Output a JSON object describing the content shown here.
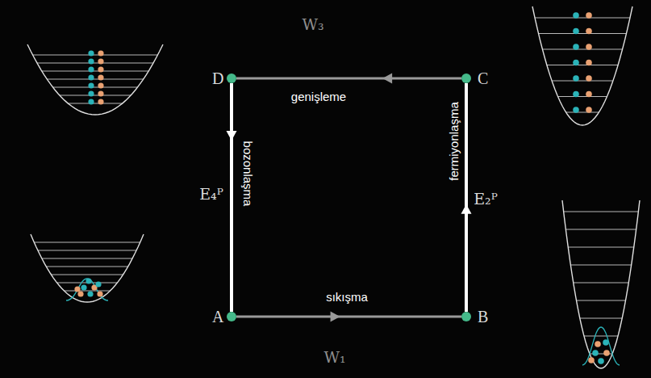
{
  "diagram": {
    "nodes": [
      {
        "text": [
          "D"
        ]
      },
      {
        "text": [
          "C"
        ]
      },
      {
        "text": [
          "A"
        ]
      },
      {
        "text": [
          "B"
        ]
      }
    ],
    "edges": [
      {
        "from": 2,
        "to": 3,
        "arrow": "to",
        "label": "sıkışma"
      },
      {
        "from": 3,
        "to": 1,
        "arrow": "to",
        "label": "fermiyonlaşma"
      },
      {
        "from": 1,
        "to": 0,
        "arrow": "to",
        "label": "genişleme"
      },
      {
        "from": 0,
        "to": 2,
        "arrow": "to",
        "label": "bozonlaşma"
      }
    ],
    "labels": [
      "W₃",
      "E₄ᴾ",
      "E₂ᴾ",
      "W₁"
    ]
  }
}
